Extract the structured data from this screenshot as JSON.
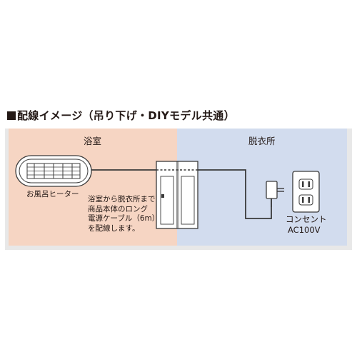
{
  "title": "■配線イメージ（吊り下げ・DIYモデル共通）",
  "title_text": "配線イメージ（吊り下げ・DIYモデル共通）",
  "rooms": {
    "bathroom": "浴室",
    "dressing_room": "脱衣所"
  },
  "labels": {
    "heater": "お風呂ヒーター",
    "cable_note": [
      "浴室から脱衣所まで",
      "商品本体のロング",
      "電源ケーブル（6m）",
      "を配線します。"
    ],
    "outlet": [
      "コンセント",
      "AC100V"
    ]
  },
  "colors": {
    "bathroom_bg": "#f6d5c3",
    "dressing_bg": "#d2dcee",
    "frame_gray": "#e8e8e8",
    "line": "#3a3a3a"
  },
  "icons": [
    "heater-icon",
    "door-icon",
    "power-adapter-icon",
    "wall-outlet-icon"
  ]
}
